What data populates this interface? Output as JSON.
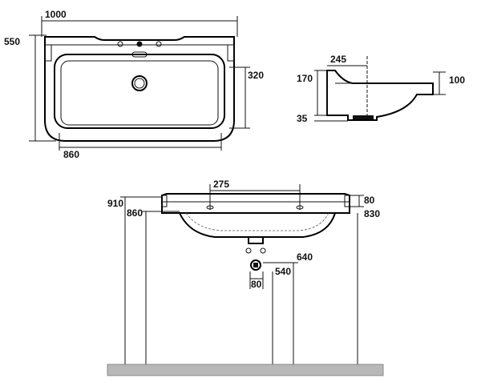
{
  "title": "",
  "views": {
    "top_view": {
      "width_label": "1000",
      "depth_label": "550",
      "bowl_depth_label": "320",
      "bowl_width_label": "860"
    },
    "side_view": {
      "projection_label": "245",
      "height_label": "170",
      "rim_label": "100",
      "base_label": "35"
    },
    "front_view": {
      "fixing_spacing_label": "275",
      "rim_thickness_label": "80",
      "rim_height_label": "830",
      "outer_height_label": "910",
      "inner_height_label": "860",
      "waste_height_label": "640",
      "waste_pipe_height_label": "540",
      "waste_pipe_width_label": "80"
    }
  },
  "colors": {
    "line": "#111111",
    "floor": "#b8b8b8"
  }
}
